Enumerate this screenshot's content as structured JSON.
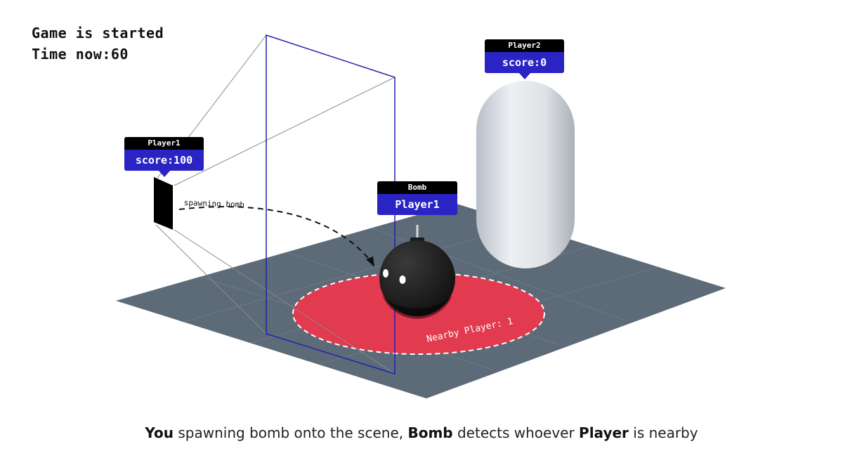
{
  "hud": {
    "status": "Game is started",
    "time": "Time now:60"
  },
  "player1_tag": {
    "name": "Player1",
    "score": "score:100"
  },
  "player2_tag": {
    "name": "Player2",
    "score": "score:0"
  },
  "bomb_tag": {
    "name": "Bomb",
    "owner": "Player1"
  },
  "spawn_note": "spawning bomb",
  "nearby_label": "Nearby Player: 1",
  "caption": {
    "part1_bold": "You",
    "part2": " spawning bomb onto the scene, ",
    "part3_bold": "Bomb",
    "part4": " detects whoever ",
    "part5_bold": "Player",
    "part6": " is nearby"
  },
  "colors": {
    "floor": "#5d6a78",
    "zone": "#e23a4e",
    "tag_head": "#000000",
    "tag_body": "#2a24c4",
    "frustum_edge": "#2222aa"
  }
}
